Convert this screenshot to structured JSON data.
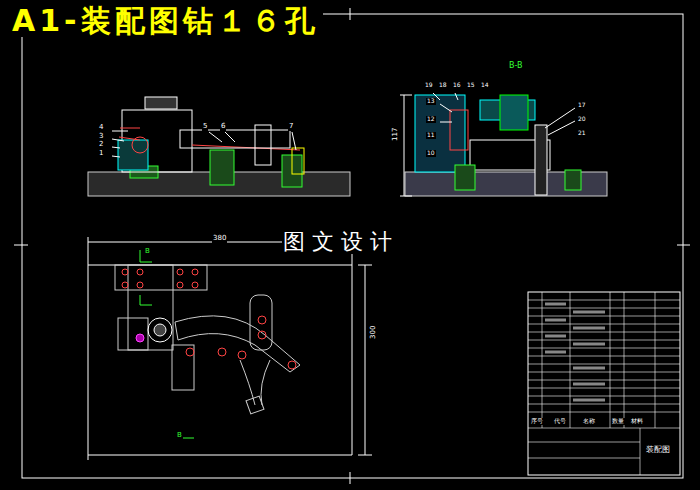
{
  "diagram": {
    "title": "A1-装配图钻１６孔",
    "labels": [
      "4",
      "3",
      "2",
      "1",
      "5",
      "6",
      "7",
      "B-B",
      "19",
      "18",
      "16",
      "15",
      "14",
      "13",
      "12",
      "11",
      "10",
      "17",
      "20",
      "21",
      "117",
      "380",
      "300",
      "B",
      "B",
      "图 文 设 计",
      "序号",
      "代号",
      "名称",
      "数量",
      "材料",
      "装配图"
    ]
  }
}
